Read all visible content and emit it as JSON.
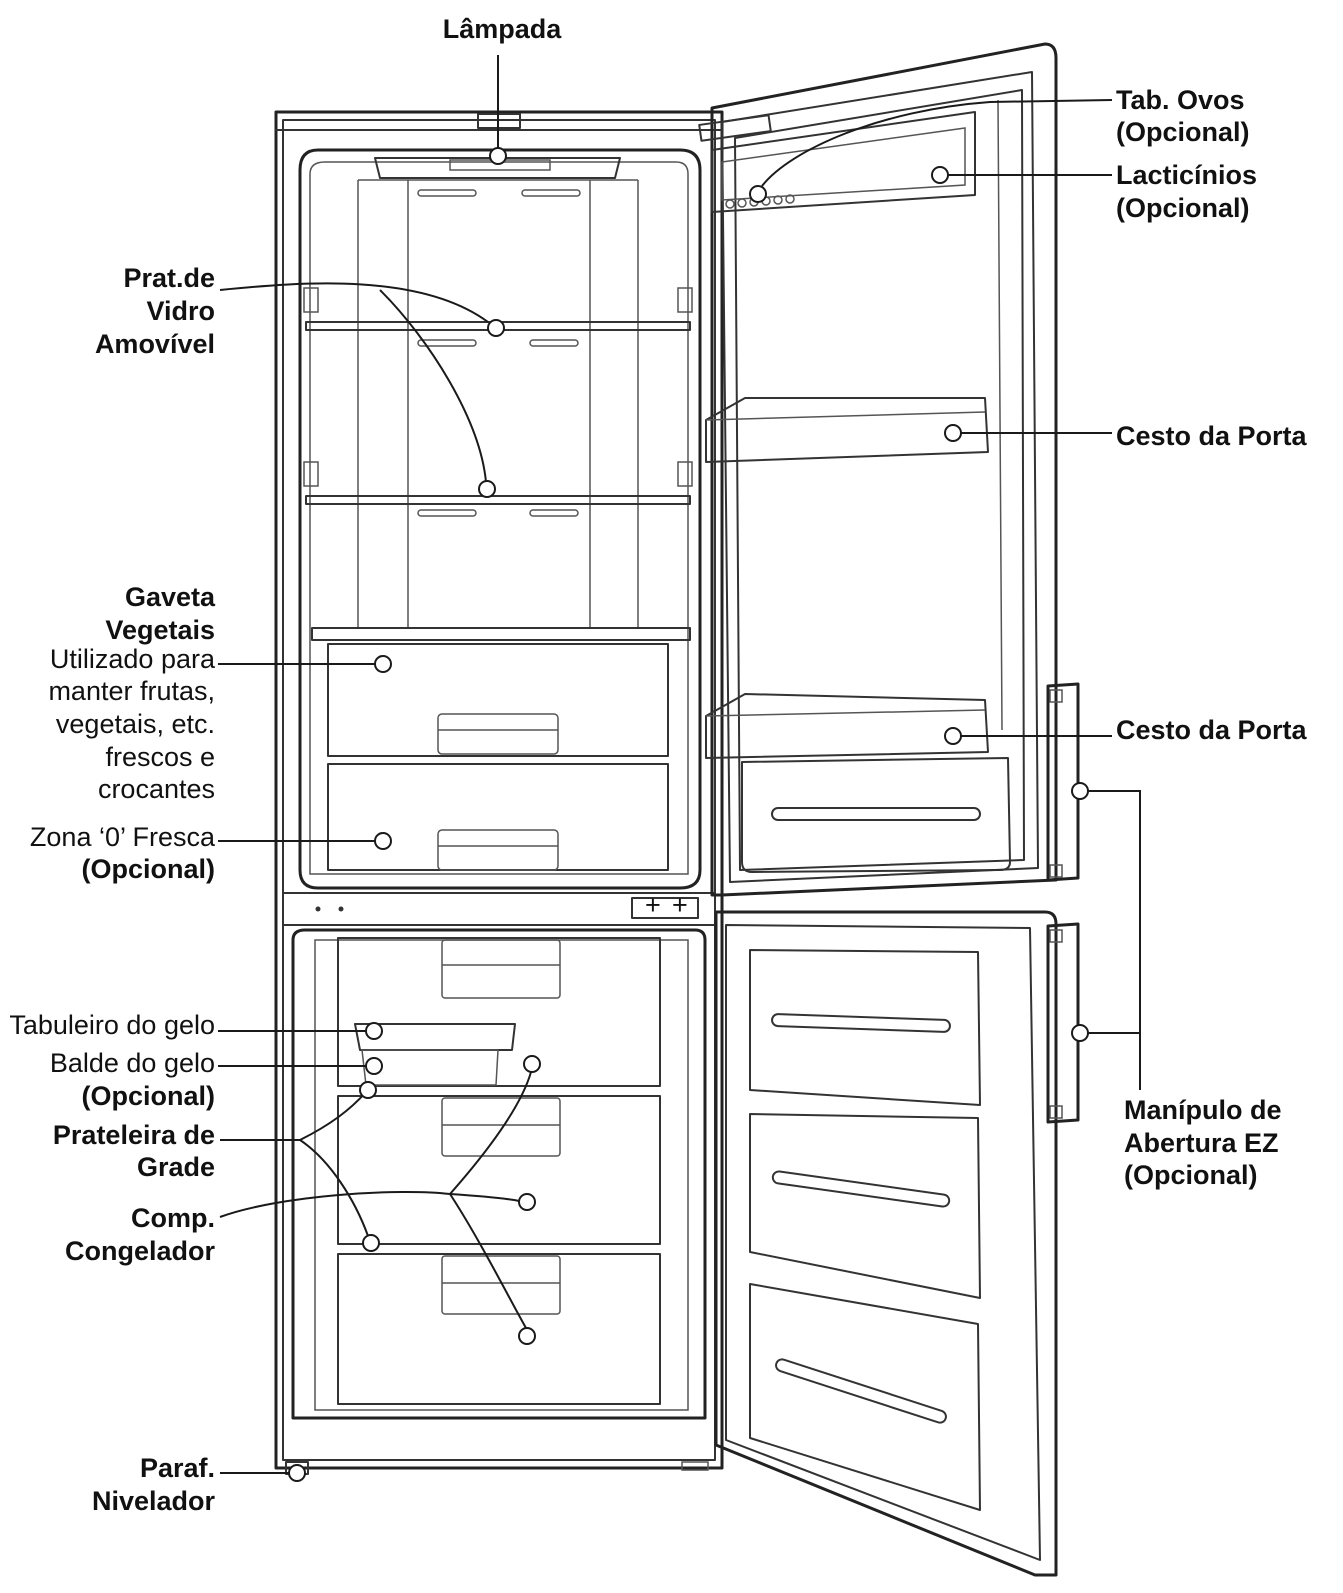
{
  "labels": {
    "lampada": "Lâmpada",
    "vidro": [
      "Prat.de",
      "Vidro",
      "Amovível"
    ],
    "gaveta": [
      "Gaveta",
      "Vegetais"
    ],
    "gaveta_desc": [
      "Utilizado para",
      "manter frutas,",
      "vegetais, etc.",
      "frescos e",
      "crocantes"
    ],
    "zona": [
      "Zona ‘0’ Fresca",
      "(Opcional)"
    ],
    "tabuleiro": "Tabuleiro do gelo",
    "balde": [
      "Balde do gelo",
      "(Opcional)"
    ],
    "grade": [
      "Prateleira de",
      "Grade"
    ],
    "congelador": [
      "Comp.",
      "Congelador"
    ],
    "paraf": [
      "Paraf.",
      "Nivelador"
    ],
    "ovos": [
      "Tab. Ovos",
      "(Opcional)"
    ],
    "lact": [
      "Lacticínios",
      "(Opcional)"
    ],
    "cesto1": "Cesto da Porta",
    "cesto2": "Cesto da Porta",
    "manipulo": [
      "Manípulo de",
      "Abertura EZ",
      "(Opcional)"
    ]
  },
  "colors": {
    "ink": "#222222",
    "paper": "#ffffff"
  }
}
